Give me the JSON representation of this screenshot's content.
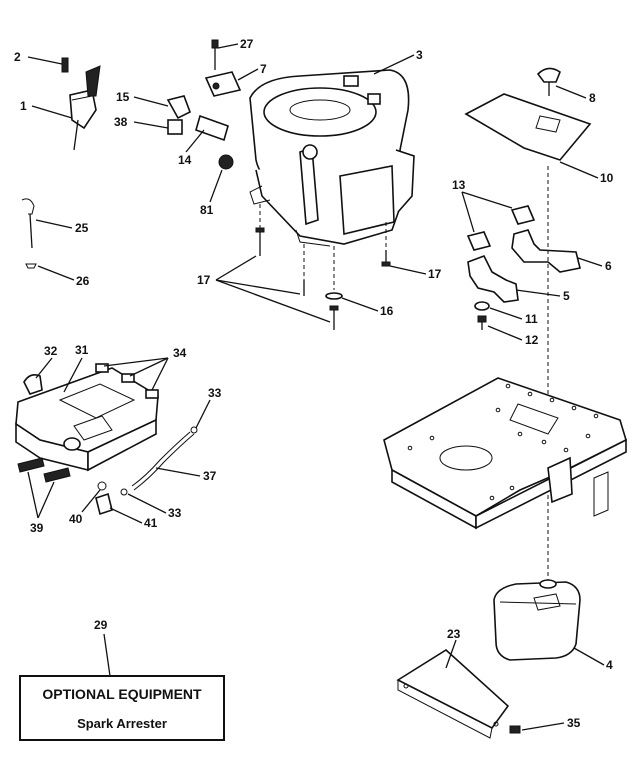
{
  "callouts": {
    "c1": "1",
    "c2": "2",
    "c3": "3",
    "c4": "4",
    "c5": "5",
    "c6": "6",
    "c7": "7",
    "c8": "8",
    "c10": "10",
    "c11": "11",
    "c12": "12",
    "c13": "13",
    "c14": "14",
    "c15": "15",
    "c16": "16",
    "c17a": "17",
    "c17b": "17",
    "c23": "23",
    "c25": "25",
    "c26": "26",
    "c27": "27",
    "c29": "29",
    "c31": "31",
    "c32": "32",
    "c33a": "33",
    "c33b": "33",
    "c34": "34",
    "c35": "35",
    "c37": "37",
    "c38": "38",
    "c39": "39",
    "c40": "40",
    "c41": "41",
    "c81": "81"
  },
  "optional_box": {
    "title": "OPTIONAL EQUIPMENT",
    "subtitle": "Spark Arrester"
  }
}
